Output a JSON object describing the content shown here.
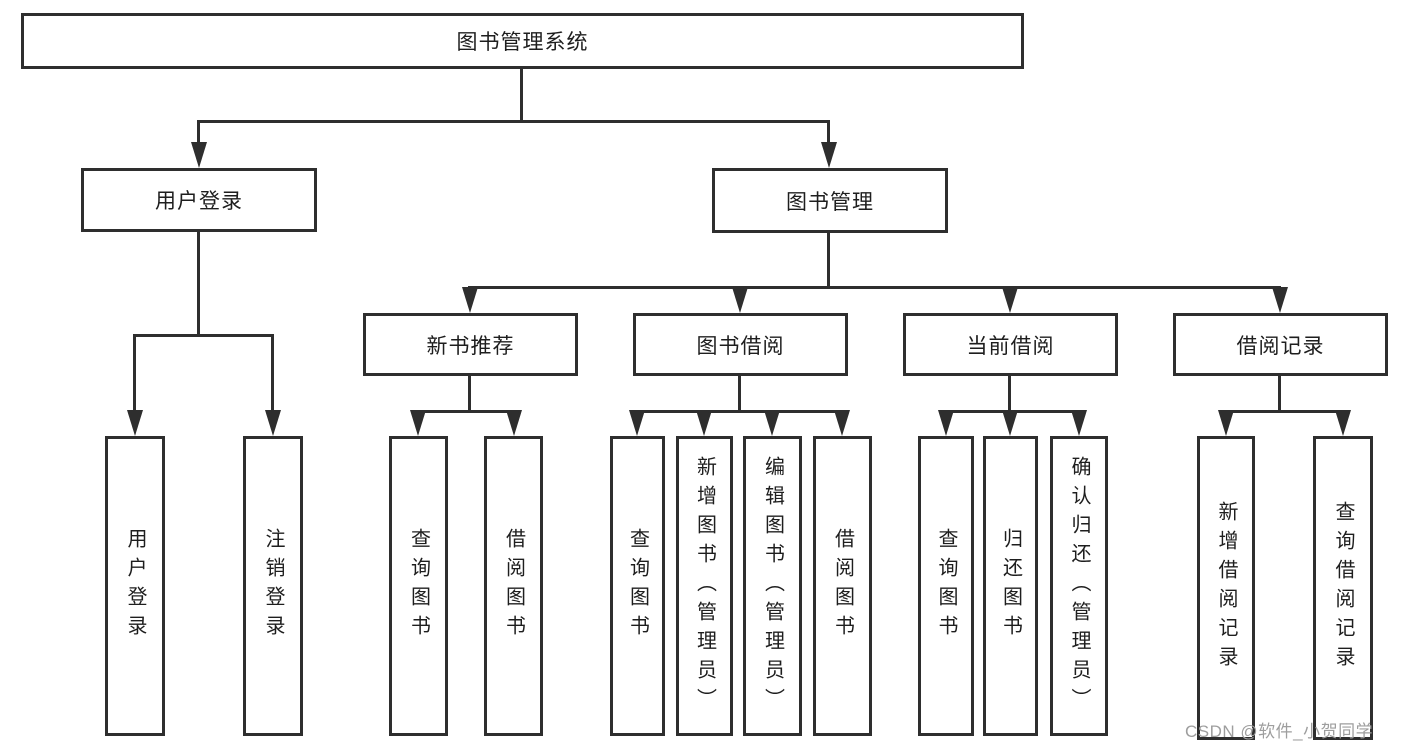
{
  "diagram": {
    "root": {
      "label": "图书管理系统"
    },
    "level2": {
      "user_login": {
        "label": "用户登录"
      },
      "book_mgmt": {
        "label": "图书管理"
      }
    },
    "level3": {
      "new_book": {
        "label": "新书推荐"
      },
      "book_borrow": {
        "label": "图书借阅"
      },
      "current_borrow": {
        "label": "当前借阅"
      },
      "borrow_records": {
        "label": "借阅记录"
      }
    },
    "leaves": {
      "user_login": {
        "label": "用户登录"
      },
      "logout": {
        "label": "注销登录"
      },
      "nb_query": {
        "label": "查询图书"
      },
      "nb_borrow": {
        "label": "借阅图书"
      },
      "bb_query": {
        "label": "查询图书"
      },
      "bb_add": {
        "label": "新增图书（管理员）"
      },
      "bb_edit": {
        "label": "编辑图书（管理员）"
      },
      "bb_borrow": {
        "label": "借阅图书"
      },
      "cb_query": {
        "label": "查询图书"
      },
      "cb_return": {
        "label": "归还图书"
      },
      "cb_confirm": {
        "label": "确认归还（管理员）"
      },
      "br_add": {
        "label": "新增借阅记录"
      },
      "br_query": {
        "label": "查询借阅记录"
      }
    },
    "colors": {
      "line": "#2e2e2e",
      "text": "#1e1e1e",
      "watermark": "#9e9e9e"
    },
    "watermark": "CSDN @软件_小贺同学"
  }
}
